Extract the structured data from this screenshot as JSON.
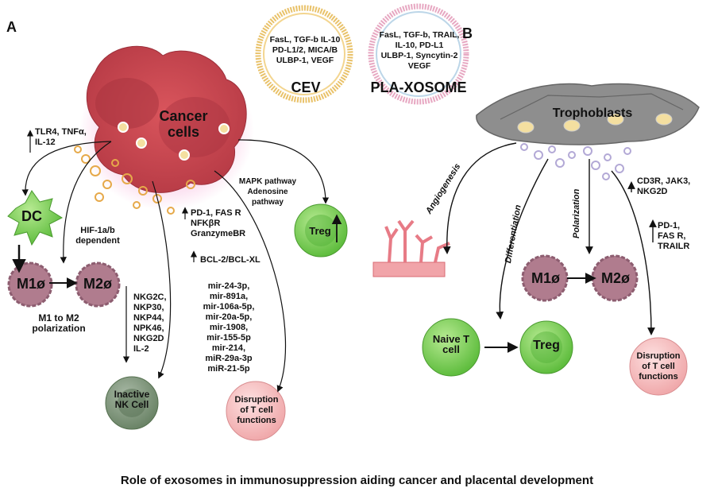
{
  "panels": {
    "a": "A",
    "b": "B"
  },
  "cancer_cells": "Cancer\ncells",
  "cev": {
    "title": "CEV",
    "content": "FasL, TGF-b  IL-10\nPD-L1/2, MICA/B\nULBP-1, VEGF"
  },
  "placenta": {
    "title": "PLA-XOSOME",
    "content": "FasL, TGF-b, TRAIL,\nIL-10, PD-L1\nULBP-1, Syncytin-2\nVEGF"
  },
  "panel_a": {
    "tlr": "TLR4, TNFα,\nIL-12",
    "dc": "DC",
    "hif": "HIF-1a/b\ndependent",
    "m1": "M1ø",
    "m2": "M2ø",
    "m1m2": "M1 to M2\npolarization",
    "nk_markers": "NKG2C,\nNKP30,\nNKP44,\nNPK46,\nNKG2D\nIL-2",
    "nk_cell": "Inactive\nNK Cell",
    "pd1": "PD-1, FAS R\nNFKβR\nGranzymeBR",
    "bcl": "BCL-2/BCL-XL",
    "mir": "mir-24-3p,\nmir-891a,\nmir-106a-5p,\nmir-20a-5p,\nmir-1908,\nmir-155-5p\nmir-214,\nmiR-29a-3p\nmiR-21-5p",
    "disruption": "Disruption\nof T cell\nfunctions",
    "mapk": "MAPK pathway\nAdenosine\npathway",
    "treg": "Treg"
  },
  "panel_b": {
    "trophoblasts": "Trophoblasts",
    "angiogenesis": "Angiogenesis",
    "differentiation": "Differentiation",
    "polarization": "Polarization",
    "cd3r": "CD3R, JAK3,\nNKG2D",
    "pd1": "PD-1,\nFAS R,\nTRAILR",
    "m1": "M1ø",
    "m2": "M2ø",
    "naive": "Naive T\ncell",
    "treg": "Treg",
    "disruption": "Disruption\nof T cell\nfunctions"
  },
  "caption": "Role of exosomes in immunosuppression aiding cancer and placental development",
  "colors": {
    "cancer": "#c8464e",
    "cancer_glow": "#f2a6d8",
    "dc": "#7fcf55",
    "macrophage": "#a86a80",
    "nk": "#6f8a6c",
    "treg": "#6ccb4f",
    "disruption": "#f2b5b5",
    "trophoblast": "#8c8c8c",
    "cev_ring": "#e9c26a",
    "pla_ring": "#e7a8c2",
    "vessel": "#e77b86"
  }
}
